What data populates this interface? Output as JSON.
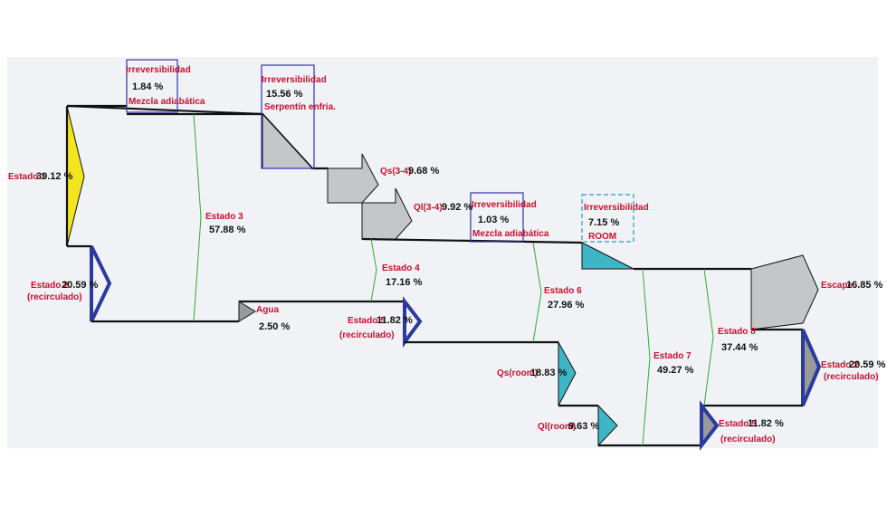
{
  "colors": {
    "panel": "#f0f2f5",
    "stroke": "#111111",
    "label_red": "#c8102e",
    "value_black": "#111111",
    "recirculation_blue": "#2b3a9c",
    "yellow_input": "#f2e51e",
    "gray_loss": "#c4c6c9",
    "teal_room": "#3fb6c6",
    "green_guides": "#33aa33",
    "box_border": "#3333aa",
    "room_box_border": "#3aaecc"
  },
  "labels": {
    "estado1": "Estado 1",
    "estado1_value": "39.12 %",
    "estado2": "Estado 2",
    "estado2_value": "20.59 %",
    "estado2_sub": "(recirculado)",
    "irr1_title": "Irreversibilidad",
    "irr1_value": "1.84 %",
    "irr1_sub": "Mezcla adiabática",
    "irr2_title": "Irreversibilidad",
    "irr2_value": "15.56 %",
    "irr2_sub": "Serpentín enfria.",
    "estado3": "Estado 3",
    "estado3_value": "57.88 %",
    "agua": "Agua",
    "agua_value": "2.50 %",
    "qs34": "Qs(3-4)",
    "qs34_value": "9.68 %",
    "ql34": "Ql(3-4)",
    "ql34_value": "9.92 %",
    "estado4": "Estado 4",
    "estado4_value": "17.16 %",
    "estado5": "Estado 5",
    "estado5_value": "11.82 %",
    "estado5_sub": "(recirculado)",
    "irr3_title": "Irreversibilidad",
    "irr3_value": "1.03 %",
    "irr3_sub": "Mezcla adiabática",
    "estado6": "Estado 6",
    "estado6_value": "27.96 %",
    "qsroom": "Qs(room)",
    "qsroom_value": "18.83 %",
    "qlroom": "Ql(room)",
    "qlroom_value": "9.63 %",
    "irr4_title": "Irreversibilidad",
    "irr4_value": "7.15 %",
    "irr4_sub": "ROOM",
    "estado7": "Estado 7",
    "estado7_value": "49.27 %",
    "estado8": "Estado 8",
    "estado8_value": "37.44 %",
    "escape": "Escape",
    "escape_value": "16.85 %",
    "estado2b": "Estado 2",
    "estado2b_value": "20.59 %",
    "estado2b_sub": "(recirculado)",
    "estado5b": "Estado 5",
    "estado5b_value": "11.82 %",
    "estado5b_sub": "(recirculado)"
  }
}
